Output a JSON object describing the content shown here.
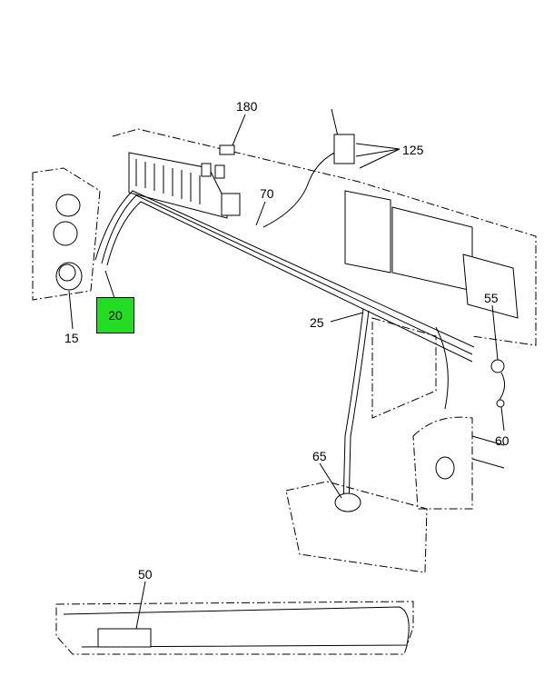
{
  "callouts": {
    "c180": "180",
    "c125": "125",
    "c70": "70",
    "c55": "55",
    "c25": "25",
    "c60": "60",
    "c65": "65",
    "c15": "15",
    "c50": "50"
  },
  "highlight": {
    "label": "20",
    "color": "#22dd22"
  }
}
